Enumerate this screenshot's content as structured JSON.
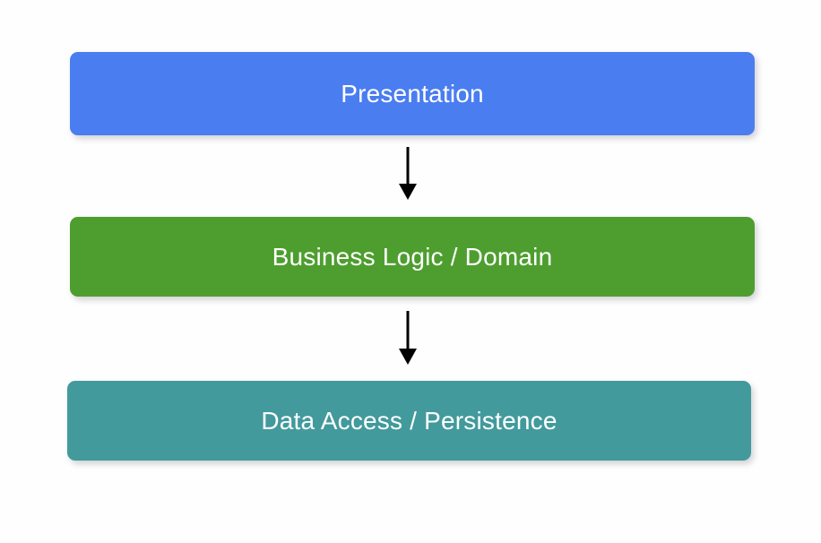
{
  "diagram": {
    "type": "layered-architecture-flow",
    "background_color": "#fefeff",
    "orientation": "vertical-top-down",
    "layers": [
      {
        "id": "presentation",
        "label": "Presentation",
        "color": "#4a7df0",
        "text_color": "#ffffff"
      },
      {
        "id": "business-logic",
        "label": "Business Logic / Domain",
        "color": "#4e9e2f",
        "text_color": "#ffffff"
      },
      {
        "id": "data-access",
        "label": "Data Access / Persistence",
        "color": "#429a9c",
        "text_color": "#ffffff"
      }
    ],
    "connectors": [
      {
        "id": "presentation-to-business",
        "from": "presentation",
        "to": "business-logic",
        "style": "solid-arrow-down",
        "color": "#000000",
        "label": ""
      },
      {
        "id": "business-to-data",
        "from": "business-logic",
        "to": "data-access",
        "style": "solid-arrow-down",
        "color": "#000000",
        "label": ""
      }
    ]
  }
}
